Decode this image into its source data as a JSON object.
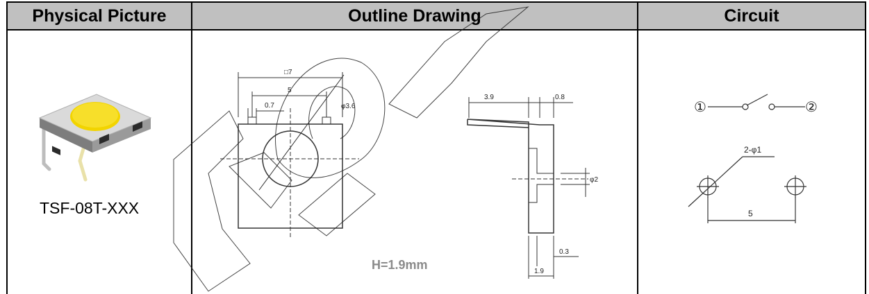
{
  "table": {
    "headers": [
      "Physical Picture",
      "Outline Drawing",
      "Circuit"
    ]
  },
  "physical": {
    "part_number": "TSF-08T-XXX"
  },
  "outline": {
    "dims": {
      "square": "□7",
      "width": "5",
      "pin": "0.7",
      "diameter": "φ3.6",
      "side_len": "3.9",
      "side_thick": "0.8",
      "pin_dia": "φ2",
      "base_thick": "0.3",
      "height_dim": "1.9"
    },
    "height_note": "H=1.9mm"
  },
  "circuit": {
    "terminal_1": "①",
    "terminal_2": "②",
    "hole_spec": "2-φ1",
    "pitch": "5"
  },
  "colors": {
    "header_bg": "#c0c0c0",
    "button_yellow": "#f2d400",
    "body_gray": "#d8d8d8",
    "note_gray": "#8a8a8a"
  }
}
